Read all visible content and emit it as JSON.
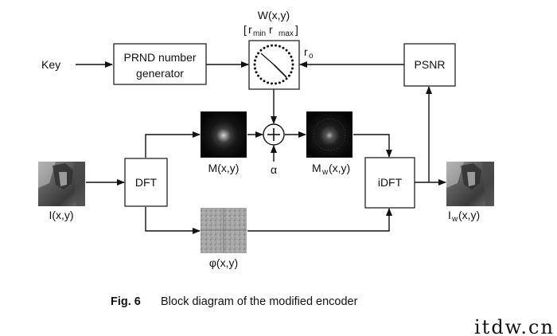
{
  "labels": {
    "key": "Key",
    "prnd_line1": "PRND number",
    "prnd_line2": "generator",
    "w": "W(x,y)",
    "range_r1": "r",
    "range_min": "min",
    "range_r2": " r",
    "range_max": "max",
    "ro_r": "r",
    "ro_sub": "o",
    "psnr": "PSNR",
    "dft": "DFT",
    "idft": "iDFT",
    "m": "M(x,y)",
    "mw_m": "M",
    "mw_sub": "w",
    "mw_rest": "(x,y)",
    "alpha": "α",
    "i": "I(x,y)",
    "iw_i": "I",
    "iw_sub": "w",
    "iw_rest": "(x,y)",
    "phi": "φ(x,y)"
  },
  "caption": {
    "fig": "Fig. 6",
    "text": "Block diagram of the modified encoder"
  },
  "watermark": "itdw.cn"
}
